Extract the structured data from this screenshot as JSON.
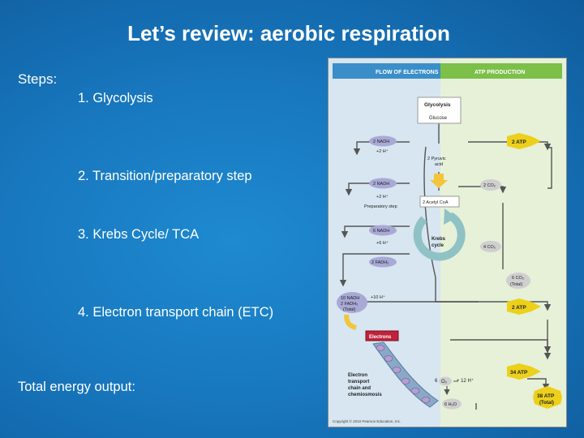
{
  "slide": {
    "title": "Let’s review:  aerobic respiration",
    "steps_label": "Steps:",
    "steps": [
      "1.  Glycolysis",
      "2.  Transition/preparatory step",
      "3.  Krebs Cycle/ TCA",
      "4.  Electron transport chain (ETC)"
    ],
    "total_label": "Total energy output:"
  },
  "figure": {
    "header_left": "FLOW OF ELECTRONS",
    "header_right": "ATP PRODUCTION",
    "glycolysis": "Glycolysis",
    "glucose": "Glucose",
    "nadh_1": "2 NADH",
    "h_1": "+2 H⁺",
    "atp_1": "2 ATP",
    "pyruvic_1": "2 Pyruvic",
    "pyruvic_2": "acid",
    "nadh_2": "2 NADH",
    "co2_1": "2 CO₂",
    "h_2": "+2 H⁺",
    "prep_step": "Preparatory step",
    "acetyl": "2 Acetyl CoA",
    "nadh_3": "6 NADH",
    "krebs_1": "Krebs",
    "krebs_2": "cycle",
    "h_3": "+6 H⁺",
    "co2_2": "4 CO₂",
    "fadh": "2 FADH₂",
    "co2_total_1": "6 CO₂",
    "co2_total_2": "(Total)",
    "nadh_total_1": "10 NADH",
    "nadh_total_2": "2 FADH₂",
    "nadh_total_3": "(Total)",
    "h_4": "+10 H⁺",
    "atp_2": "2 ATP",
    "electrons": "Electrons",
    "etc_1": "Electron",
    "etc_2": "transport",
    "etc_3": "chain and",
    "etc_4": "chemiosmosis",
    "six": "6",
    "o2": "O₂",
    "h_5": "+ 12 H⁺",
    "atp_3": "34 ATP",
    "h2o": "6 H₂O",
    "atp_total_1": "38 ATP",
    "atp_total_2": "(Total)",
    "copyright": "Copyright © 2010 Pearson Education, Inc."
  },
  "colors": {
    "header_left": "#3a8fc9",
    "header_right": "#7cc04a",
    "left_bg": "#d7e6f0",
    "right_bg": "#e6f1d8",
    "nadh_pill": "#a9a9d6",
    "atp_pill": "#ecd01a",
    "co2_pill": "#cfcfcf",
    "krebs_arrow": "#8fc2c4",
    "electrons_box": "#c0223b",
    "etc_membrane": "#8aa9c8"
  }
}
